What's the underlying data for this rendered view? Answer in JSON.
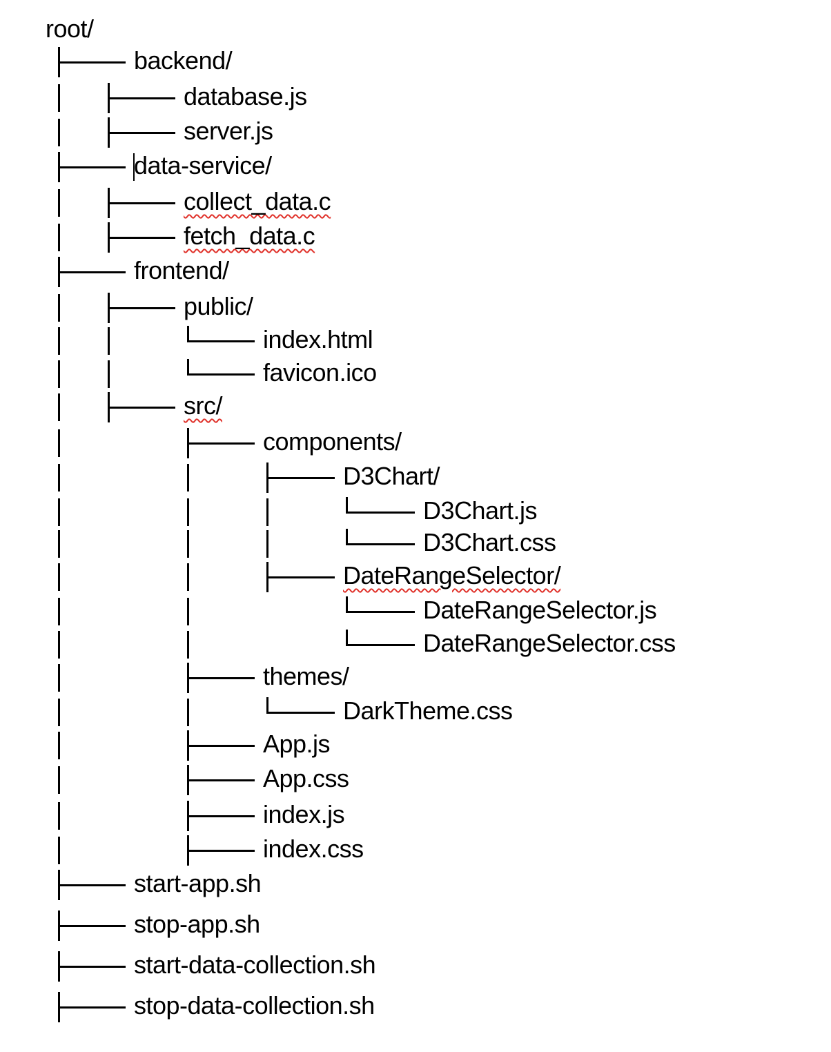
{
  "document": {
    "root": "root/",
    "entries": [
      {
        "label": "backend/",
        "depth": 1,
        "connector": "tee",
        "spell": false
      },
      {
        "label": "database.js",
        "depth": 2,
        "connector": "tee",
        "spell": false
      },
      {
        "label": "server.js",
        "depth": 2,
        "connector": "tee",
        "spell": false
      },
      {
        "label": "data-service/",
        "depth": 1,
        "connector": "tee",
        "spell": false,
        "caret": true
      },
      {
        "label": "collect_data.c",
        "depth": 2,
        "connector": "tee",
        "spell": true
      },
      {
        "label": "fetch_data.c",
        "depth": 2,
        "connector": "tee",
        "spell": true
      },
      {
        "label": "frontend/",
        "depth": 1,
        "connector": "tee",
        "spell": false
      },
      {
        "label": "public/",
        "depth": 2,
        "connector": "tee",
        "spell": false
      },
      {
        "label": "index.html",
        "depth": 3,
        "connector": "elbow",
        "spell": false
      },
      {
        "label": "favicon.ico",
        "depth": 3,
        "connector": "elbow",
        "spell": false
      },
      {
        "label": "src/",
        "depth": 2,
        "connector": "tee",
        "spell": true
      },
      {
        "label": "components/",
        "depth": 3,
        "connector": "tee",
        "spell": false
      },
      {
        "label": "D3Chart/",
        "depth": 4,
        "connector": "tee",
        "spell": false
      },
      {
        "label": "D3Chart.js",
        "depth": 5,
        "connector": "elbow",
        "spell": false
      },
      {
        "label": "D3Chart.css",
        "depth": 5,
        "connector": "elbow",
        "spell": false
      },
      {
        "label": "DateRangeSelector/",
        "depth": 4,
        "connector": "tee",
        "spell": true
      },
      {
        "label": "DateRangeSelector.js",
        "depth": 5,
        "connector": "elbow",
        "spell": false
      },
      {
        "label": "DateRangeSelector.css",
        "depth": 5,
        "connector": "elbow",
        "spell": false
      },
      {
        "label": "themes/",
        "depth": 3,
        "connector": "tee",
        "spell": false
      },
      {
        "label": "DarkTheme.css",
        "depth": 4,
        "connector": "elbow",
        "spell": false
      },
      {
        "label": "App.js",
        "depth": 3,
        "connector": "tee",
        "spell": false
      },
      {
        "label": "App.css",
        "depth": 3,
        "connector": "tee",
        "spell": false
      },
      {
        "label": "index.js",
        "depth": 3,
        "connector": "tee",
        "spell": false
      },
      {
        "label": "index.css",
        "depth": 3,
        "connector": "tee",
        "spell": false
      },
      {
        "label": "start-app.sh",
        "depth": 1,
        "connector": "tee",
        "spell": false
      },
      {
        "label": "stop-app.sh",
        "depth": 1,
        "connector": "tee",
        "spell": false
      },
      {
        "label": "start-data-collection.sh",
        "depth": 1,
        "connector": "tee",
        "spell": false
      },
      {
        "label": "stop-data-collection.sh",
        "depth": 1,
        "connector": "tee",
        "spell": false
      }
    ],
    "colors": {
      "text": "#000000",
      "spellcheck": "#e0312a",
      "background": "#ffffff"
    }
  }
}
